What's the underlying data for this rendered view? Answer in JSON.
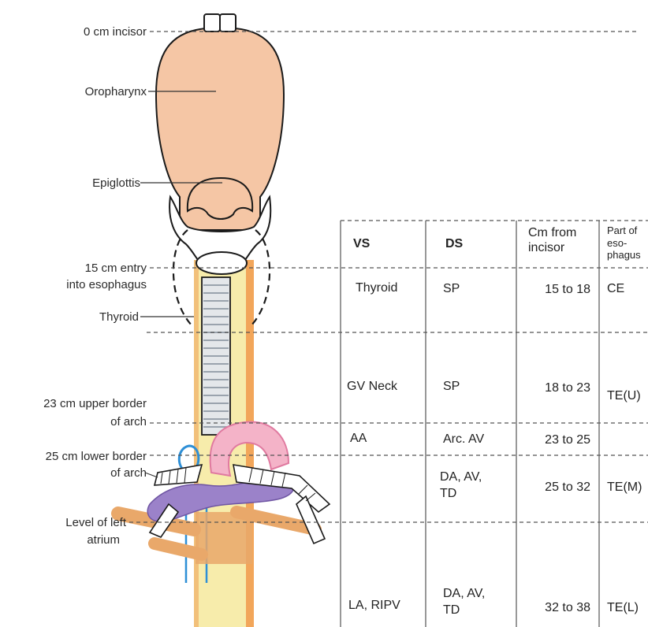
{
  "labels": {
    "incisor": "0 cm incisor",
    "oropharynx": "Oropharynx",
    "epiglottis": "Epiglottis",
    "entry_line1": "15 cm entry",
    "entry_line2": "into esophagus",
    "thyroid": "Thyroid",
    "upper_arch_line1": "23 cm upper border",
    "upper_arch_line2": "of arch",
    "lower_arch_line1": "25 cm lower border",
    "lower_arch_line2": "of arch",
    "left_atrium_line1": "Level of left",
    "left_atrium_line2": "atrium"
  },
  "table": {
    "headers": {
      "vs": "VS",
      "ds": "DS",
      "cm_line1": "Cm from",
      "cm_line2": "incisor",
      "part_line1": "Part of",
      "part_line2": "eso-",
      "part_line3": "phagus"
    },
    "rows": [
      {
        "vs": "Thyroid",
        "ds1": "SP",
        "ds2": "",
        "cm": "15 to 18",
        "part": "CE"
      },
      {
        "vs": "GV Neck",
        "ds1": "SP",
        "ds2": "",
        "cm": "18 to 23",
        "part": "TE(U)"
      },
      {
        "vs": "AA",
        "ds1": "Arc. AV",
        "ds2": "",
        "cm": "23 to 25",
        "part": ""
      },
      {
        "vs": "",
        "ds1": "DA, AV,",
        "ds2": "TD",
        "cm": "25 to 32",
        "part": "TE(M)"
      },
      {
        "vs": "LA, RIPV",
        "ds1": "DA, AV,",
        "ds2": "TD",
        "cm": "32 to 38",
        "part": "TE(L)"
      }
    ]
  },
  "colors": {
    "skin": "#f5c6a5",
    "outline": "#1a1a1a",
    "esophagus_yellow": "#f7ecab",
    "esophagus_orange": "#f2a65a",
    "aorta_pink": "#f4b3c8",
    "vein_purple": "#9b82c9",
    "vessel_blue": "#2e8fd6",
    "tan_vessel": "#e9a86a",
    "dash": "#555555"
  }
}
